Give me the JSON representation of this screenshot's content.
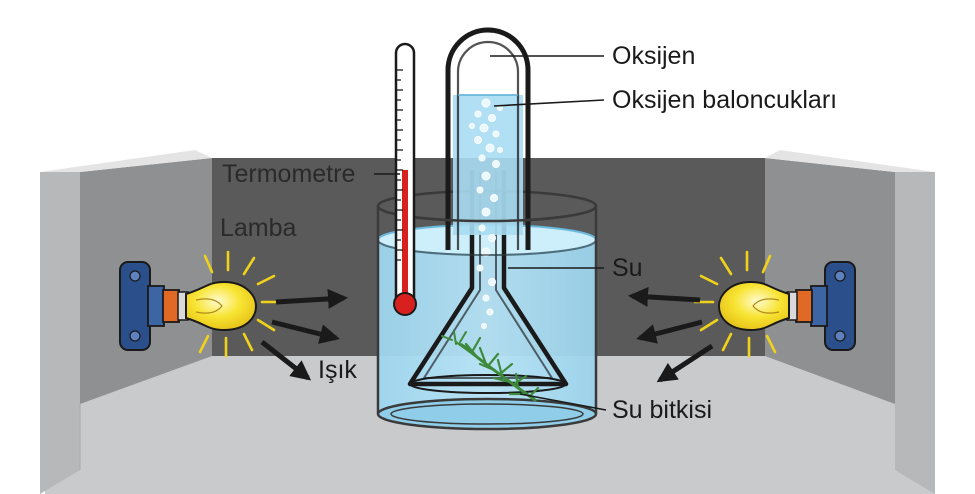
{
  "labels": {
    "oxygen": "Oksijen",
    "oxygen_bubbles": "Oksijen baloncukları",
    "thermometer": "Termometre",
    "lamp": "Lamba",
    "water": "Su",
    "light": "Işık",
    "water_plant": "Su bitkisi"
  },
  "colors": {
    "water": "#a8dcf2",
    "back_wall": "#555556",
    "side_wall": "#9a9b9c",
    "floor": "#c8c9ca",
    "bulb": "#f8e432",
    "socket": "#e06a25",
    "lamp_base": "#2a4f8a",
    "mercury": "#d8201f",
    "plant": "#3d8a3a"
  }
}
